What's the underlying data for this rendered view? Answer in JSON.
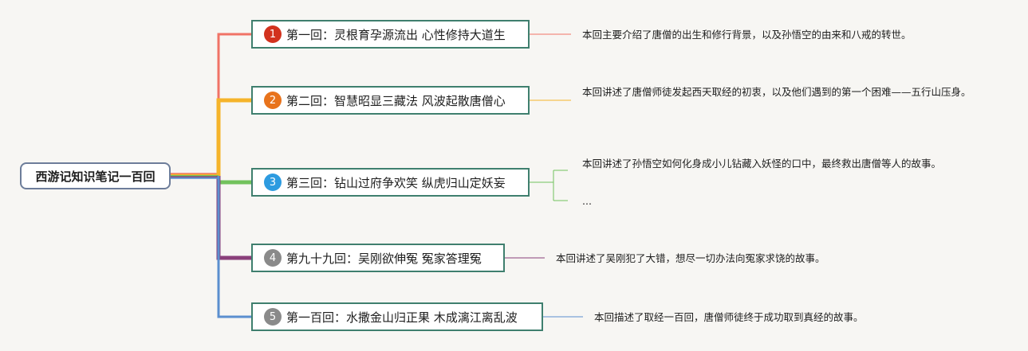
{
  "root": {
    "label": "西游记知识笔记一百回"
  },
  "branches": [
    {
      "number": "1",
      "title": "第一回：灵根育孕源流出 心性修持大道生",
      "notes": [
        "本回主要介绍了唐僧的出生和修行背景，以及孙悟空的由来和八戒的转世。"
      ],
      "color": "#f07366",
      "badge_color": "#d2321e"
    },
    {
      "number": "2",
      "title": "第二回：智慧昭显三藏法 风波起散唐僧心",
      "notes": [
        "本回讲述了唐僧师徒发起西天取经的初衷，以及他们遇到的第一个困难——五行山压身。"
      ],
      "color": "#f5b42a",
      "badge_color": "#e8731c"
    },
    {
      "number": "3",
      "title": "第三回：钻山过府争欢笑 纵虎归山定妖妄",
      "notes": [
        "本回讲述了孙悟空如何化身成小儿钻藏入妖怪的口中，最终救出唐僧等人的故事。",
        "..."
      ],
      "color": "#72c25c",
      "badge_color": "#2d9be0"
    },
    {
      "number": "4",
      "title": "第九十九回：吴刚欲伸冤 冤家答理冤",
      "notes": [
        "本回讲述了吴刚犯了大错，想尽一切办法向冤家求饶的故事。"
      ],
      "color": "#8a3f7a",
      "badge_color": "#8a8a8a"
    },
    {
      "number": "5",
      "title": "第一百回：水撒金山归正果 木成漓江离乱波",
      "notes": [
        "本回描述了取经一百回，唐僧师徒终于成功取到真经的故事。"
      ],
      "color": "#5b8fcf",
      "badge_color": "#8a8a8a"
    }
  ]
}
